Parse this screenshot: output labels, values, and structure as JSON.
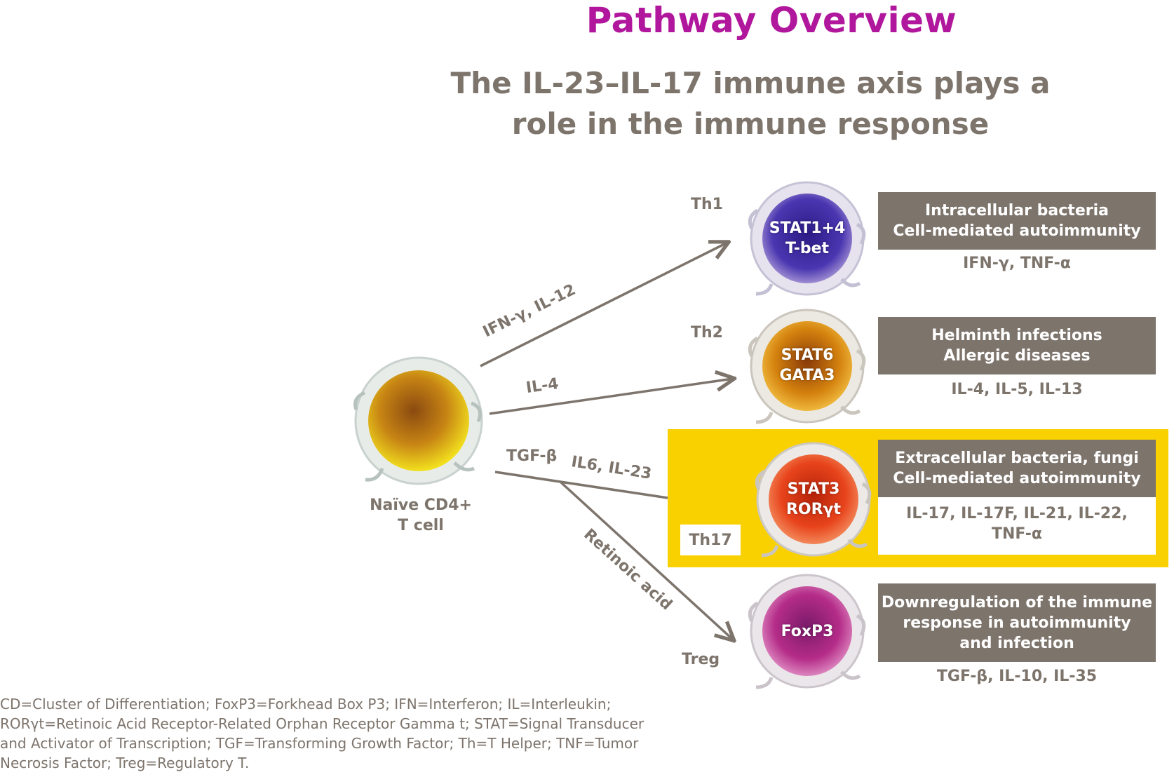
{
  "header": {
    "title": "Pathway Overview",
    "subtitle_line1": "The IL-23–IL-17 immune axis plays a",
    "subtitle_line2": "role in the immune response"
  },
  "naive_cell": {
    "label_line1": "Naïve CD4+",
    "label_line2": "T cell"
  },
  "arrows": {
    "th1": "IFN-γ, IL-12",
    "th2": "IL-4",
    "tgf": "TGF-β",
    "th17": "IL6, IL-23",
    "treg": "Retinoic acid"
  },
  "subsets": {
    "th1": {
      "name": "Th1",
      "factors_line1": "STAT1+4",
      "factors_line2": "T-bet",
      "role_line1": "Intracellular bacteria",
      "role_line2": "Cell-mediated autoimmunity",
      "cytokines": "IFN-γ, TNF-α"
    },
    "th2": {
      "name": "Th2",
      "factors_line1": "STAT6",
      "factors_line2": "GATA3",
      "role_line1": "Helminth infections",
      "role_line2": "Allergic diseases",
      "cytokines": "IL-4, IL-5, IL-13"
    },
    "th17": {
      "name": "Th17",
      "factors_line1": "STAT3",
      "factors_line2": "RORγt",
      "role_line1": "Extracellular bacteria, fungi",
      "role_line2": "Cell-mediated autoimmunity",
      "cytokines_line1": "IL-17, IL-17F, IL-21, IL-22,",
      "cytokines_line2": "TNF-α"
    },
    "treg": {
      "name": "Treg",
      "factors_line1": "FoxP3",
      "role_line1": "Downregulation of the immune",
      "role_line2": "response in autoimmunity",
      "role_line3": "and infection",
      "cytokines": "TGF-β, IL-10, IL-35"
    }
  },
  "footnote": {
    "line1": "CD=Cluster of Differentiation; FoxP3=Forkhead Box P3; IFN=Interferon; IL=Interleukin;",
    "line2": "RORγt=Retinoic Acid Receptor-Related Orphan Receptor Gamma t; STAT=Signal Transducer",
    "line3": "and Activator of Transcription; TGF=Transforming Growth Factor; Th=T Helper; TNF=Tumor",
    "line4": "Necrosis Factor; Treg=Regulatory T."
  },
  "colors": {
    "title": "#b0179c",
    "text_gray": "#7d746c",
    "highlight_yellow": "#f9d100",
    "naive_cell": "#d9a21a",
    "th1_cell": "#3d2a9c",
    "th2_cell": "#d88a10",
    "th17_cell": "#e8401c",
    "treg_cell": "#b02a84"
  }
}
